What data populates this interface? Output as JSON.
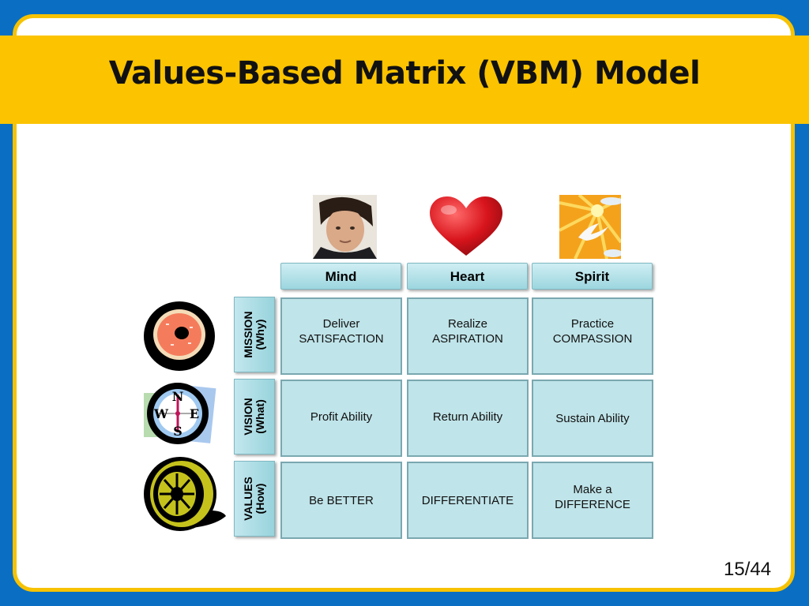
{
  "slide": {
    "title": "Values-Based Matrix (VBM) Model",
    "page": "15/44"
  },
  "columns": [
    {
      "label": "Mind",
      "icon": "man-portrait-icon"
    },
    {
      "label": "Heart",
      "icon": "heart-icon"
    },
    {
      "label": "Spirit",
      "icon": "sun-dove-icon"
    }
  ],
  "rows": [
    {
      "label": "MISSION\n(Why)",
      "icon": "donut-icon"
    },
    {
      "label": "VISION\n(What)",
      "icon": "compass-icon"
    },
    {
      "label": "VALUES\n(How)",
      "icon": "tire-icon"
    }
  ],
  "cells": [
    [
      "Deliver\nSATISFACTION",
      "Realize\nASPIRATION",
      "Practice\nCOMPASSION"
    ],
    [
      "Profit Ability",
      "Return Ability",
      "Sustain Ability"
    ],
    [
      "Be BETTER",
      "DIFFERENTIATE",
      "Make a\nDIFFERENCE"
    ]
  ],
  "compass": {
    "n": "N",
    "s": "S",
    "e": "E",
    "w": "W"
  },
  "colors": {
    "background": "#0a6fc2",
    "title_bar": "#fbc300",
    "cell_fill": "#bfe4e9",
    "cell_border": "#7aa8b0"
  }
}
